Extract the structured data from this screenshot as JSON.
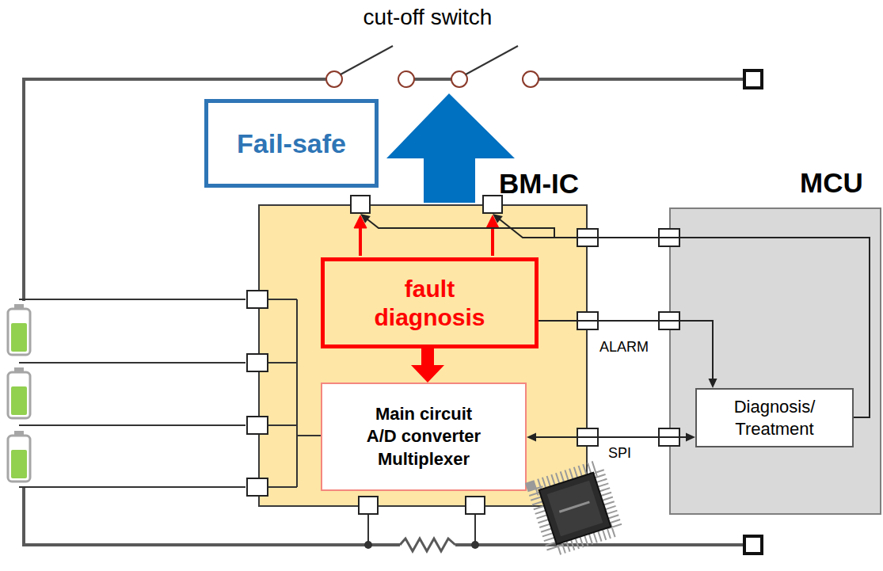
{
  "diagram": {
    "nodes": [
      {
        "text": [
          "Fail-safe"
        ]
      },
      {
        "text": [
          "BM-IC"
        ]
      },
      {
        "text": [
          "fault diagnosis"
        ],
        "in": 1
      },
      {
        "text": [
          "Main circuit A/D converter Multiplexer"
        ],
        "in": 1
      },
      {
        "text": [
          "MCU"
        ]
      },
      {
        "text": [
          "Diagnosis/ Treatment"
        ],
        "in": 4
      }
    ],
    "edges": [
      {
        "from": 2,
        "to": 3,
        "arrow": "to"
      },
      {
        "from": 2,
        "to": 5,
        "arrow": "to",
        "label": "ALARM"
      },
      {
        "from": 3,
        "to": 5,
        "arrow": "both",
        "label": "SPI"
      },
      {
        "from": 5,
        "to": 1,
        "arrow": "to"
      },
      {
        "from": 5,
        "to": 1,
        "arrow": "to"
      }
    ],
    "labels": [
      "cut-off switch"
    ]
  }
}
